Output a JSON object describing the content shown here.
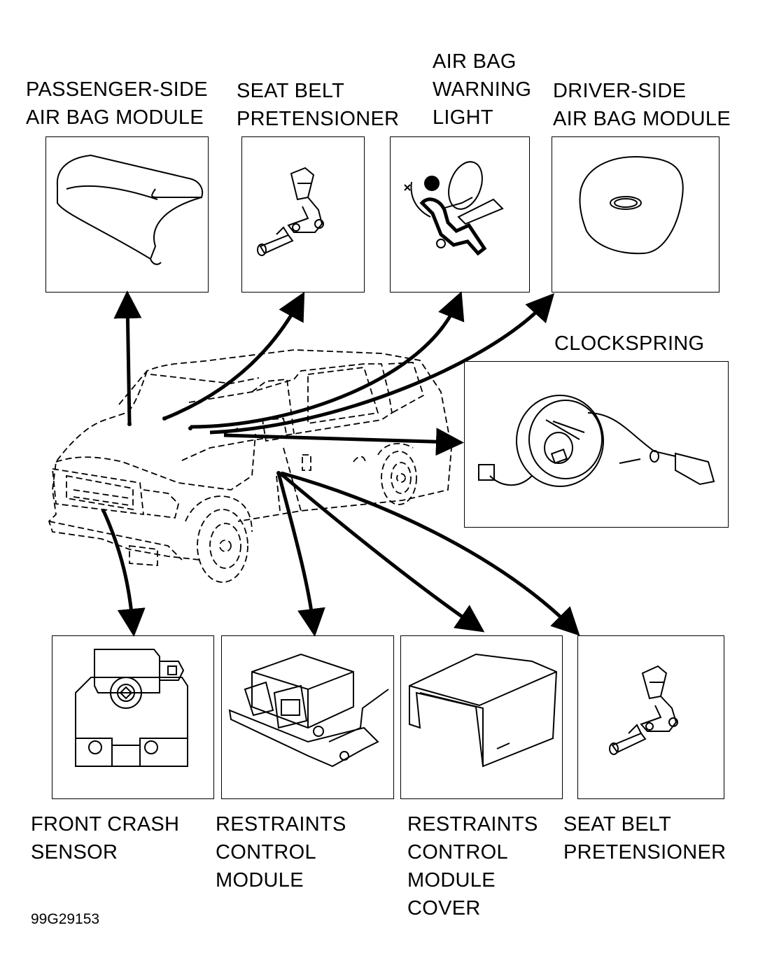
{
  "labels": {
    "passenger_airbag": "PASSENGER-SIDE\nAIR BAG MODULE",
    "seatbelt_top": "SEAT BELT\nPRETENSIONER",
    "warning_light": "AIR BAG\nWARNING\nLIGHT",
    "driver_airbag": "DRIVER-SIDE\nAIR BAG MODULE",
    "clockspring": "CLOCKSPRING",
    "front_crash_sensor": "FRONT CRASH\nSENSOR",
    "rcm": "RESTRAINTS\nCONTROL\nMODULE",
    "rcm_cover": "RESTRAINTS\nCONTROL\nMODULE\nCOVER",
    "seatbelt_bottom": "SEAT BELT\nPRETENSIONER"
  },
  "figure_id": "99G29153"
}
